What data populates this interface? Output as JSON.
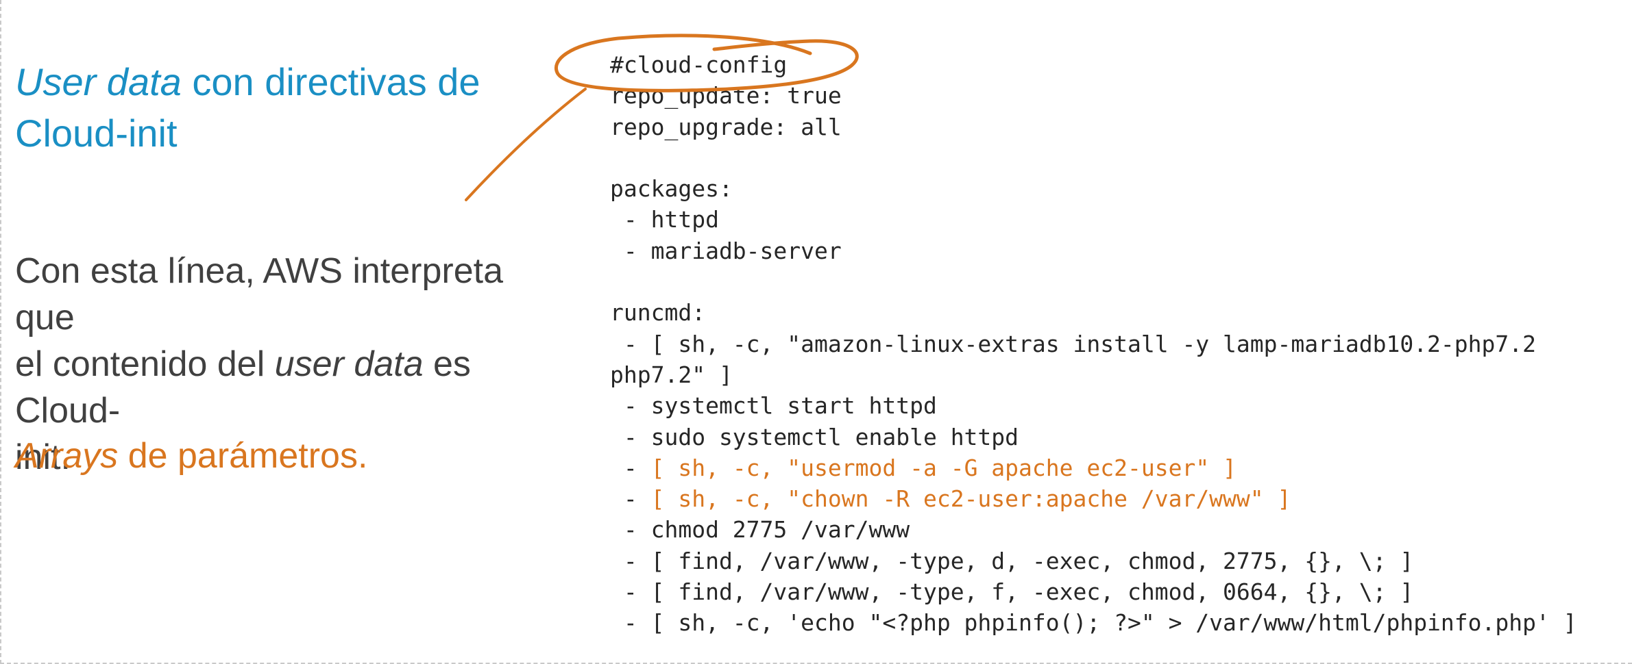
{
  "heading": {
    "part1": "User data",
    "part2": " con directivas de",
    "line2": "Cloud-init"
  },
  "description": {
    "line1": "Con esta línea, AWS interpreta que",
    "line2_a": "el contenido del ",
    "line2_b": "user data",
    "line2_c": " es Cloud-",
    "line3": "init."
  },
  "arrays_note": {
    "part1": "Arrays",
    "part2": " de parámetros."
  },
  "code_lines": [
    "#cloud-config",
    "repo_update: true",
    "repo_upgrade: all",
    "",
    "packages:",
    " - httpd",
    " - mariadb-server",
    "",
    "runcmd:",
    " - [ sh, -c, \"amazon-linux-extras install -y lamp-mariadb10.2-php7.2",
    "php7.2\" ]",
    " - systemctl start httpd",
    " - sudo systemctl enable httpd",
    " - ",
    " - ",
    " - chmod 2775 /var/www",
    " - [ find, /var/www, -type, d, -exec, chmod, 2775, {}, \\; ]",
    " - [ find, /var/www, -type, f, -exec, chmod, 0664, {}, \\; ]",
    " - [ sh, -c, 'echo \"<?php phpinfo(); ?>\" > /var/www/html/phpinfo.php' ]"
  ],
  "highlighted": {
    "usermod": "[ sh, -c, \"usermod -a -G apache ec2-user\" ]",
    "chown": "[ sh, -c, \"chown -R ec2-user:apache /var/www\" ]"
  },
  "colors": {
    "heading": "#1a8fc4",
    "body": "#404040",
    "accent": "#d9761f",
    "code": "#262626"
  },
  "annotation": {
    "shape": "hand-drawn-ellipse-with-pointer-line",
    "color": "#d9761f"
  }
}
